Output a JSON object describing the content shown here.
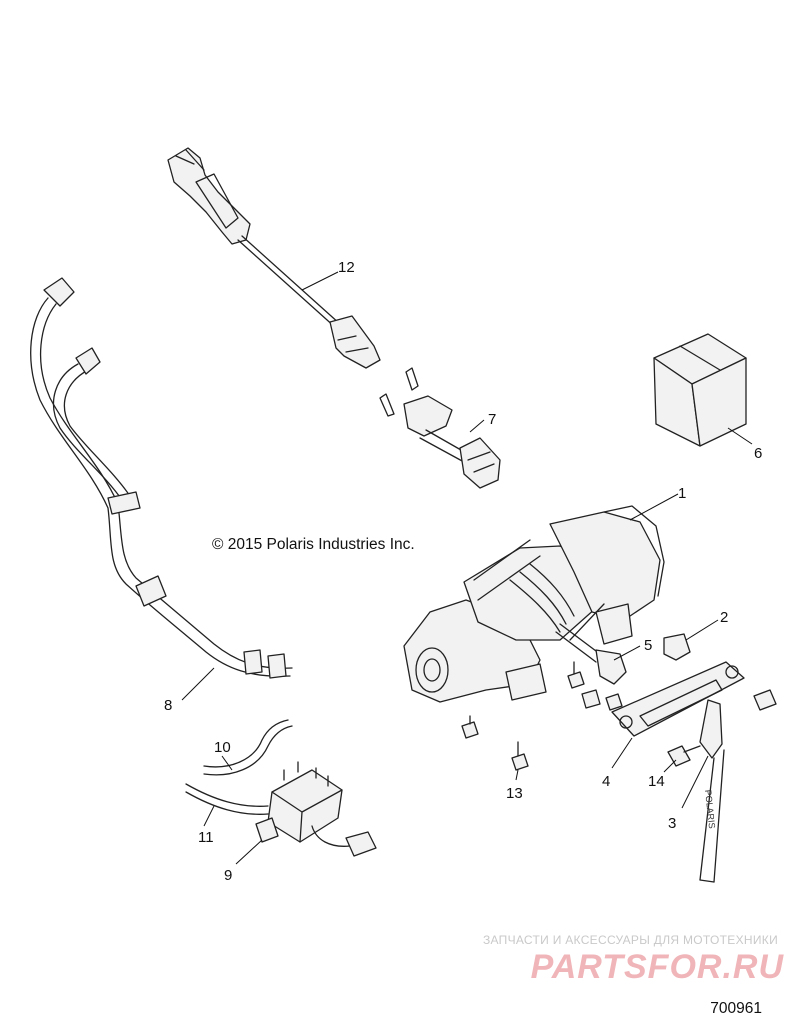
{
  "copyright": "© 2015 Polaris Industries Inc.",
  "diagram_id": "700961",
  "watermark": {
    "caption": "ЗАПЧАСТИ И АКСЕССУАРЫ ДЛЯ МОТОТЕХНИКИ",
    "logo": "PARTSFOR.RU"
  },
  "callouts": [
    "1",
    "2",
    "3",
    "4",
    "5",
    "6",
    "7",
    "8",
    "9",
    "10",
    "11",
    "12",
    "13",
    "14"
  ],
  "strap_text": "POLARIS"
}
